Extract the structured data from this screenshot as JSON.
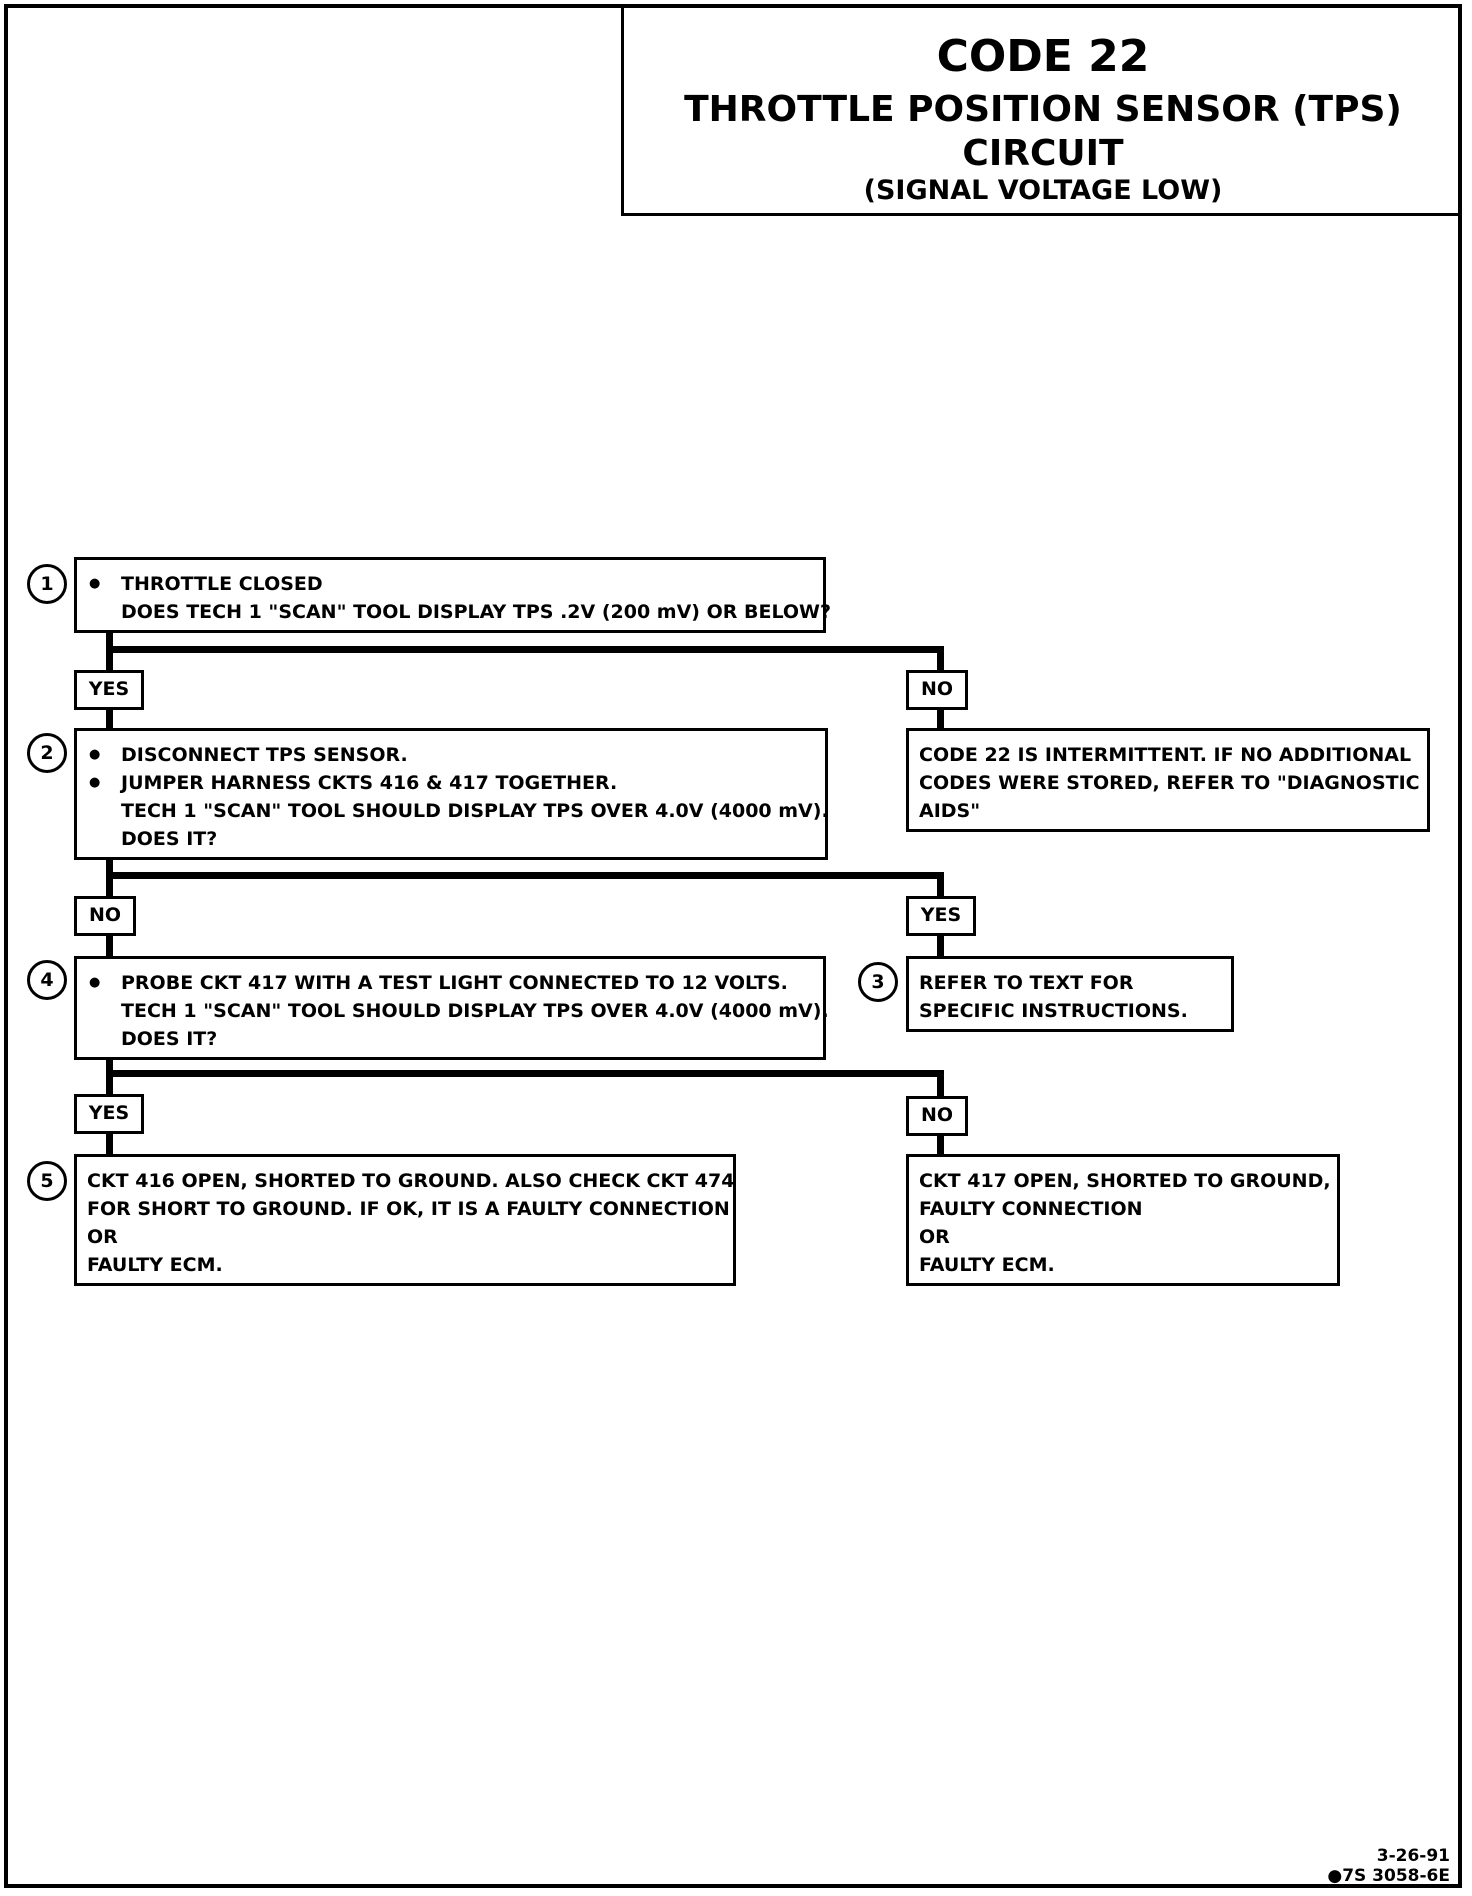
{
  "title": {
    "code": "CODE 22",
    "main": "THROTTLE POSITION SENSOR (TPS) CIRCUIT",
    "sub": "(SIGNAL VOLTAGE LOW)"
  },
  "steps": {
    "step1": {
      "number": "1",
      "bullet": "THROTTLE CLOSED",
      "lines": [
        "DOES TECH 1 \"SCAN\" TOOL DISPLAY TPS .2V (200 mV) OR BELOW?"
      ]
    },
    "step2": {
      "number": "2",
      "bullets": [
        "DISCONNECT TPS SENSOR.",
        "JUMPER HARNESS CKTS 416 & 417 TOGETHER."
      ],
      "lines": [
        "TECH 1 \"SCAN\" TOOL SHOULD DISPLAY TPS OVER  4.0V (4000 mV).",
        "DOES IT?"
      ]
    },
    "step3": {
      "number": "3",
      "lines": [
        "REFER  TO  TEXT  FOR",
        "SPECIFIC INSTRUCTIONS."
      ]
    },
    "step4": {
      "number": "4",
      "bullet": "PROBE CKT 417 WITH A TEST LIGHT CONNECTED TO 12 VOLTS.",
      "lines": [
        "TECH 1 \"SCAN\" TOOL SHOULD DISPLAY TPS OVER  4.0V (4000 mV).",
        "DOES IT?"
      ]
    },
    "step5": {
      "number": "5",
      "lines": [
        "CKT 416 OPEN, SHORTED TO GROUND.  ALSO CHECK CKT 474",
        "FOR SHORT TO GROUND.  IF OK, IT IS A FAULTY CONNECTION",
        "OR",
        "FAULTY ECM."
      ]
    }
  },
  "intermittent": {
    "lines": [
      "CODE 22 IS INTERMITTENT.  IF NO ADDITIONAL",
      "CODES WERE STORED, REFER TO  \"DIAGNOSTIC",
      "AIDS\""
    ]
  },
  "ckt417": {
    "lines": [
      "CKT 417 OPEN, SHORTED TO GROUND,",
      "FAULTY CONNECTION",
      "OR",
      "FAULTY ECM."
    ]
  },
  "labels": {
    "yes1": "YES",
    "no1": "NO",
    "no2": "NO",
    "yes2": "YES",
    "yes3": "YES",
    "no3": "NO"
  },
  "footer": {
    "date": "3-26-91",
    "ref": "●7S 3058-6E"
  }
}
